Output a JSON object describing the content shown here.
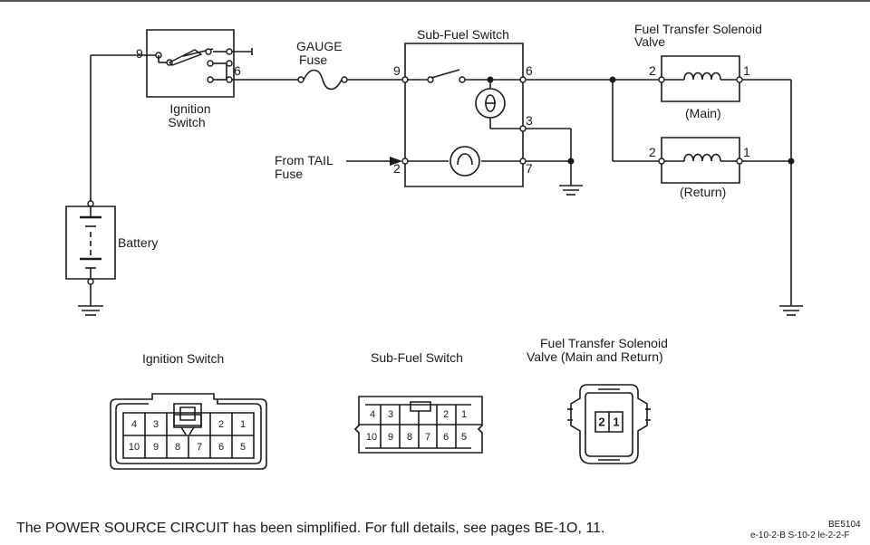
{
  "labels": {
    "ignition_switch": [
      "Ignition",
      "Switch"
    ],
    "gauge_fuse": [
      "GAUGE",
      "Fuse"
    ],
    "sub_fuel_switch": "Sub-Fuel Switch",
    "fuel_transfer_valve": [
      "Fuel Transfer Solenoid",
      "Valve"
    ],
    "main": "(Main)",
    "return": "(Return)",
    "from_tail_fuse": [
      "From TAIL",
      "Fuse"
    ],
    "battery": "Battery"
  },
  "pins": {
    "ign_9": "9",
    "ign_6": "6",
    "sfs_9": "9",
    "sfs_6": "6",
    "sfs_3": "3",
    "sfs_2": "2",
    "sfs_7": "7",
    "main_2": "2",
    "main_1": "1",
    "ret_2": "2",
    "ret_1": "1"
  },
  "connectors": {
    "ignition": {
      "title": "Ignition Switch",
      "top_row": [
        "4",
        "3",
        "",
        "",
        "2",
        "1"
      ],
      "bottom_row": [
        "10",
        "9",
        "8",
        "7",
        "6",
        "5"
      ]
    },
    "sub_fuel": {
      "title": "Sub-Fuel Switch",
      "top_row": [
        "4",
        "3",
        "",
        "",
        "2",
        "1"
      ],
      "bottom_row": [
        "10",
        "9",
        "8",
        "7",
        "6",
        "5"
      ]
    },
    "solenoid": {
      "title": [
        "Fuel Transfer Solenoid",
        "Valve (Main and Return)"
      ],
      "pins": [
        "2",
        "1"
      ]
    }
  },
  "footer": {
    "note": "The POWER SOURCE CIRCUIT has been simplified. For full details, see pages BE-1O, 11.",
    "figure_id": "BE5104",
    "codes": "e-10-2-B  S-10-2  le-2-2-F"
  }
}
